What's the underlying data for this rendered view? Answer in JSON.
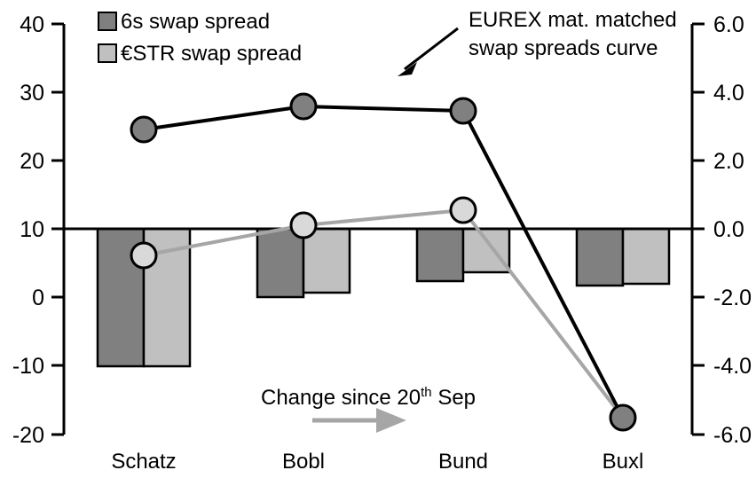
{
  "chart_data": {
    "type": "bar",
    "title": "",
    "categories": [
      "Schatz",
      "Bobl",
      "Bund",
      "Buxl"
    ],
    "grid": false,
    "legend_position": "top-left",
    "left_axis": {
      "label": "",
      "ylim": [
        -20,
        40
      ],
      "ticks": [
        40,
        30,
        20,
        10,
        0,
        -10,
        -20
      ],
      "tick_labels": [
        "40",
        "30",
        "20",
        "10",
        "0",
        "-10",
        "-20"
      ]
    },
    "right_axis": {
      "label": "",
      "ylim": [
        -6.0,
        6.0
      ],
      "ticks": [
        6.0,
        4.0,
        2.0,
        0.0,
        -2.0,
        -4.0,
        -6.0
      ],
      "tick_labels": [
        "6.0",
        "4.0",
        "2.0",
        "0.0",
        "-2.0",
        "-4.0",
        "-6.0"
      ]
    },
    "series": [
      {
        "name": "6s swap spread",
        "kind": "bar",
        "axis": "right",
        "color": "#808080",
        "values": [
          -4.05,
          -1.95,
          -1.45,
          -1.6
        ]
      },
      {
        "name": "€STR swap spread",
        "kind": "bar",
        "axis": "right",
        "color": "#c0c0c0",
        "values": [
          -4.05,
          -1.85,
          -1.2,
          -1.55
        ]
      },
      {
        "name": "EUREX mat. matched swap spreads curve",
        "kind": "line",
        "axis": "left",
        "color": "#000000",
        "marker_fill": "#808080",
        "values": [
          24.5,
          27.9,
          27.3,
          -18.0
        ]
      },
      {
        "name": "Change since 20th Sep",
        "kind": "line",
        "axis": "left",
        "color": "#a6a6a6",
        "marker_fill": "#d9d9d9",
        "values": [
          6.1,
          10.6,
          12.8,
          -18.0
        ]
      }
    ]
  },
  "legend": {
    "items": [
      {
        "label": "6s swap spread",
        "color": "#808080"
      },
      {
        "label": "€STR swap spread",
        "color": "#c0c0c0"
      }
    ]
  },
  "annotations": {
    "curve_note": {
      "line1": "EUREX mat. matched",
      "line2": "swap spreads curve"
    },
    "change_note": {
      "prefix": "Change since 20",
      "superscript": "th",
      "suffix": " Sep"
    }
  }
}
